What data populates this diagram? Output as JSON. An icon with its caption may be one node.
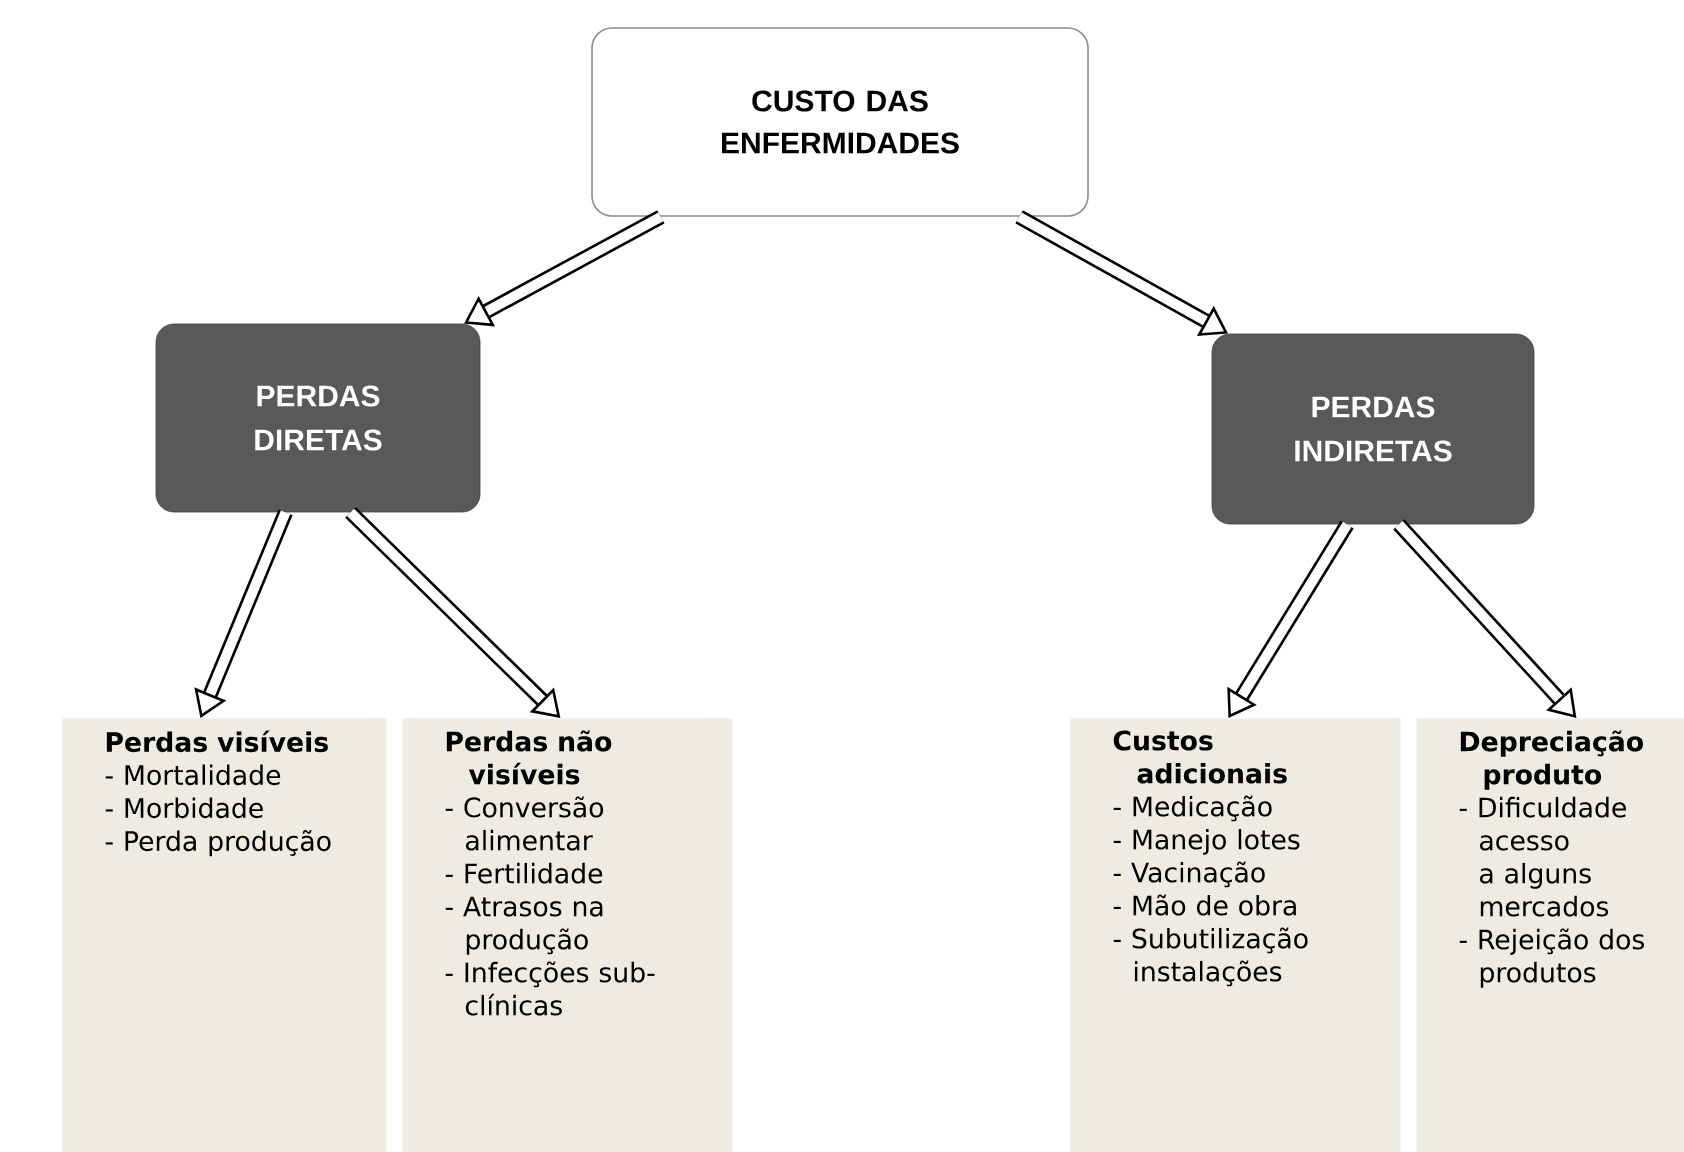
{
  "diagram": {
    "nodes": [
      {
        "text": [
          "CUSTO DAS ENFERMIDADES"
        ]
      },
      {
        "text": [
          "PERDAS DIRETAS"
        ]
      },
      {
        "text": [
          "PERDAS INDIRETAS"
        ]
      },
      {
        "text": [
          "Perdas visíveis",
          "- Mortalidade",
          "- Morbidade",
          "- Perda produção"
        ]
      },
      {
        "text": [
          "Perdas não visíveis",
          "- Conversão alimentar",
          "- Fertilidade",
          "- Atrasos na produção",
          "- Infecções sub-clínicas"
        ]
      },
      {
        "text": [
          "Custos adicionais",
          "- Medicação",
          "- Manejo lotes",
          "- Vacinação",
          "- Mão de obra",
          "- Subutilização instalações"
        ]
      },
      {
        "text": [
          "Depreciação produto",
          "- Dificuldade acesso a alguns mercados",
          "- Rejeição dos produtos"
        ]
      }
    ],
    "edges": [
      {
        "from": 0,
        "to": 1,
        "arrow": "to"
      },
      {
        "from": 0,
        "to": 2,
        "arrow": "to"
      },
      {
        "from": 1,
        "to": 3,
        "arrow": "to"
      },
      {
        "from": 1,
        "to": 4,
        "arrow": "to"
      },
      {
        "from": 2,
        "to": 5,
        "arrow": "to"
      },
      {
        "from": 2,
        "to": 6,
        "arrow": "to"
      }
    ]
  }
}
